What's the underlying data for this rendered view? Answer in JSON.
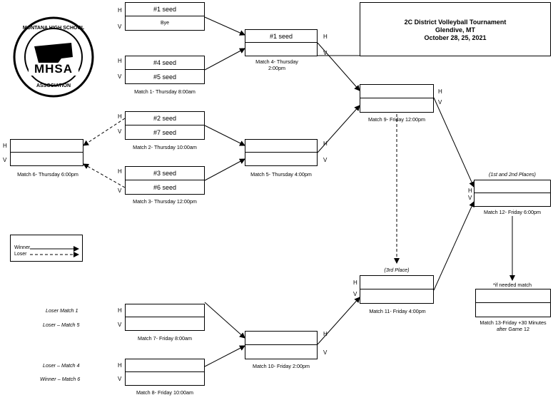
{
  "logo": {
    "top_text": "MONTANA HIGH SCHOOL",
    "bottom_text": "ASSOCIATION",
    "center_text": "MHSA"
  },
  "title": {
    "line1": "2C District Volleyball  Tournament",
    "line2": "Glendive, MT",
    "line3": "October 28, 25, 2021"
  },
  "labels": {
    "home": "H",
    "visitor": "V"
  },
  "seeds": {
    "s1": "#1 seed",
    "bye": "Bye",
    "s4": "#4 seed",
    "s5": "#5 seed",
    "s2": "#2 seed",
    "s7": "#7 seed",
    "s3": "#3 seed",
    "s6": "#6 seed"
  },
  "matches": {
    "m1": "Match 1- Thursday 8:00am",
    "m2": "Match 2- Thursday 10:00am",
    "m3": "Match 3- Thursday 12:00pm",
    "m4a": "Match 4- Thursday",
    "m4b": "2:00pm",
    "m5": "Match 5- Thursday 4:00pm",
    "m6": "Match 6- Thursday 6:00pm",
    "m7": "Match 7- Friday 8:00am",
    "m8": "Match 8- Friday 10:00am",
    "m9": "Match 9- Friday 12:00pm",
    "m10": "Match 10- Friday 2:00pm",
    "m11": "Match 11- Friday 4:00pm",
    "m12": "Match 12- Friday 6:00pm",
    "m13a": "Match 13-Friday +30 Minutes",
    "m13b": "after Game 12"
  },
  "notes": {
    "first_second": "(1st and 2nd Places)",
    "third": "(3rd Place)",
    "if_needed": "*if needed match"
  },
  "feeders": {
    "lm1": "Loser Match 1",
    "lm5": "Loser – Match 5",
    "lm4": "Loser – Match 4",
    "wm6": "Winner – Match 6"
  },
  "legend": {
    "winner": "Winner",
    "loser": "Loser"
  }
}
